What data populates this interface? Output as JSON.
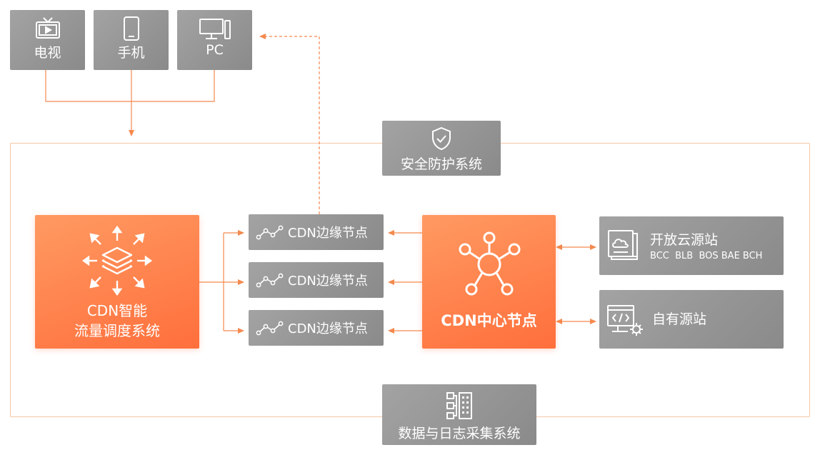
{
  "devices": [
    {
      "label": "电视",
      "icon": "tv-icon"
    },
    {
      "label": "手机",
      "icon": "phone-icon"
    },
    {
      "label": "PC",
      "icon": "pc-icon"
    }
  ],
  "security": {
    "label": "安全防护系统",
    "icon": "shield-icon"
  },
  "smart_dispatch": {
    "line1": "CDN智能",
    "line2": "流量调度系统",
    "icon": "layers-expand-icon"
  },
  "edge_nodes": [
    {
      "label": "CDN边缘节点",
      "icon": "network-line-icon"
    },
    {
      "label": "CDN边缘节点",
      "icon": "network-line-icon"
    },
    {
      "label": "CDN边缘节点",
      "icon": "network-line-icon"
    }
  ],
  "center_node": {
    "label": "CDN中心节点",
    "icon": "hub-icon"
  },
  "open_cloud": {
    "title": "开放云源站",
    "services": "BCC  BLB  BOS BAE BCH",
    "icon": "cloud-server-icon"
  },
  "own_origin": {
    "title": "自有源站",
    "icon": "code-gear-icon"
  },
  "data_log": {
    "label": "数据与日志采集系统",
    "icon": "data-log-icon"
  },
  "colors": {
    "accent": "#ff7a45",
    "line": "#f5894e",
    "gray": "#969696",
    "frame": "#f7c5a8"
  }
}
